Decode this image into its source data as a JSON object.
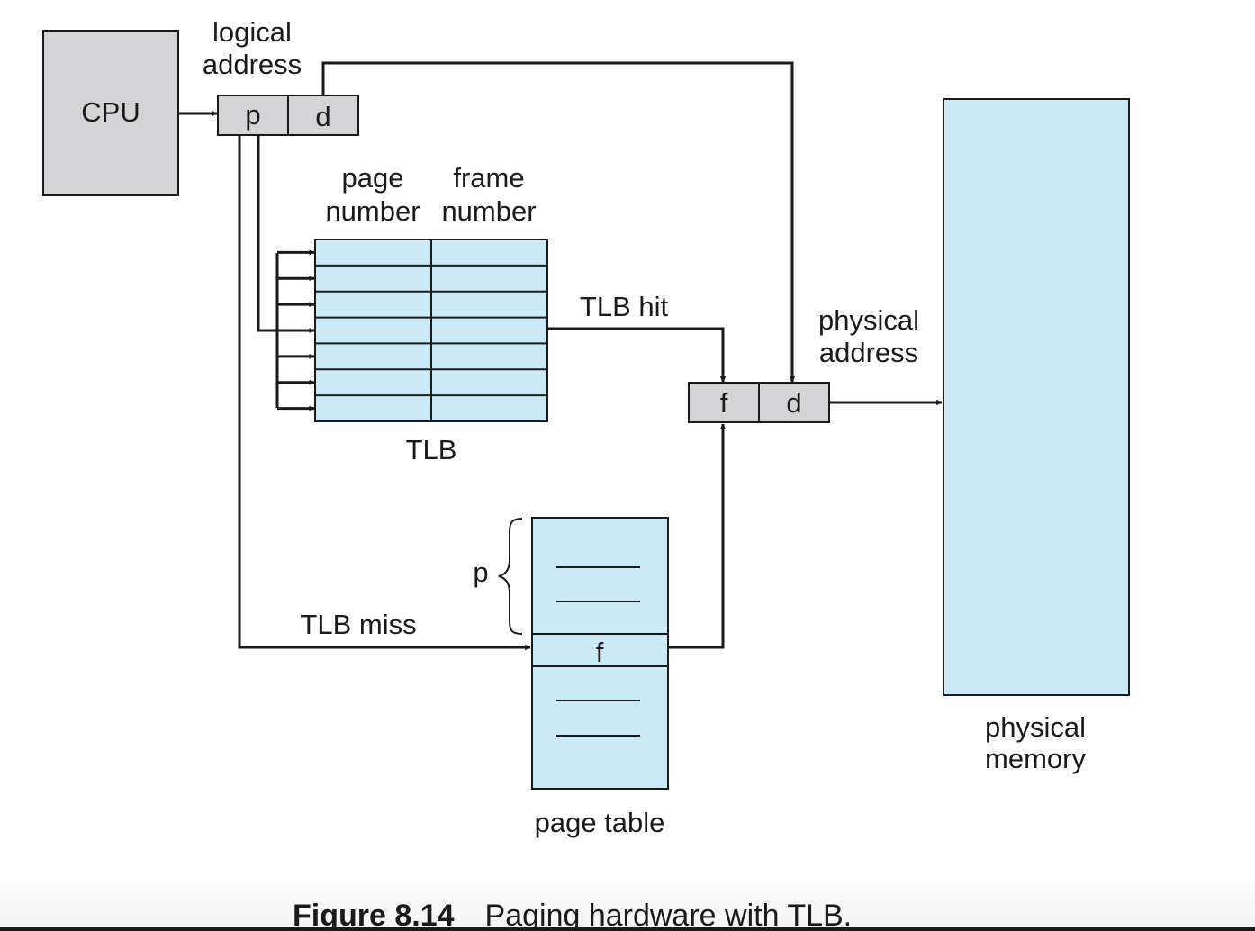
{
  "diagram": {
    "cpu_label": "CPU",
    "logical_address_label": [
      "logical",
      "address"
    ],
    "logical_p": "p",
    "logical_d": "d",
    "tlb_col_headers": {
      "page_number": [
        "page",
        "number"
      ],
      "frame_number": [
        "frame",
        "number"
      ]
    },
    "tlb_label": "TLB",
    "tlb_rows": 7,
    "tlb_hit_label": "TLB hit",
    "tlb_miss_label": "TLB miss",
    "physical_address_label": [
      "physical",
      "address"
    ],
    "physical_f": "f",
    "physical_d": "d",
    "page_table_brace_label": "p",
    "page_table_entry": "f",
    "page_table_label": "page table",
    "physical_memory_label": [
      "physical",
      "memory"
    ]
  },
  "caption": {
    "figure_number": "Figure 8.14",
    "title": "Paging hardware with TLB."
  },
  "colors": {
    "box_gray": "#d4d4d6",
    "table_blue": "#cce9f7",
    "stroke": "#1a1a1a"
  }
}
